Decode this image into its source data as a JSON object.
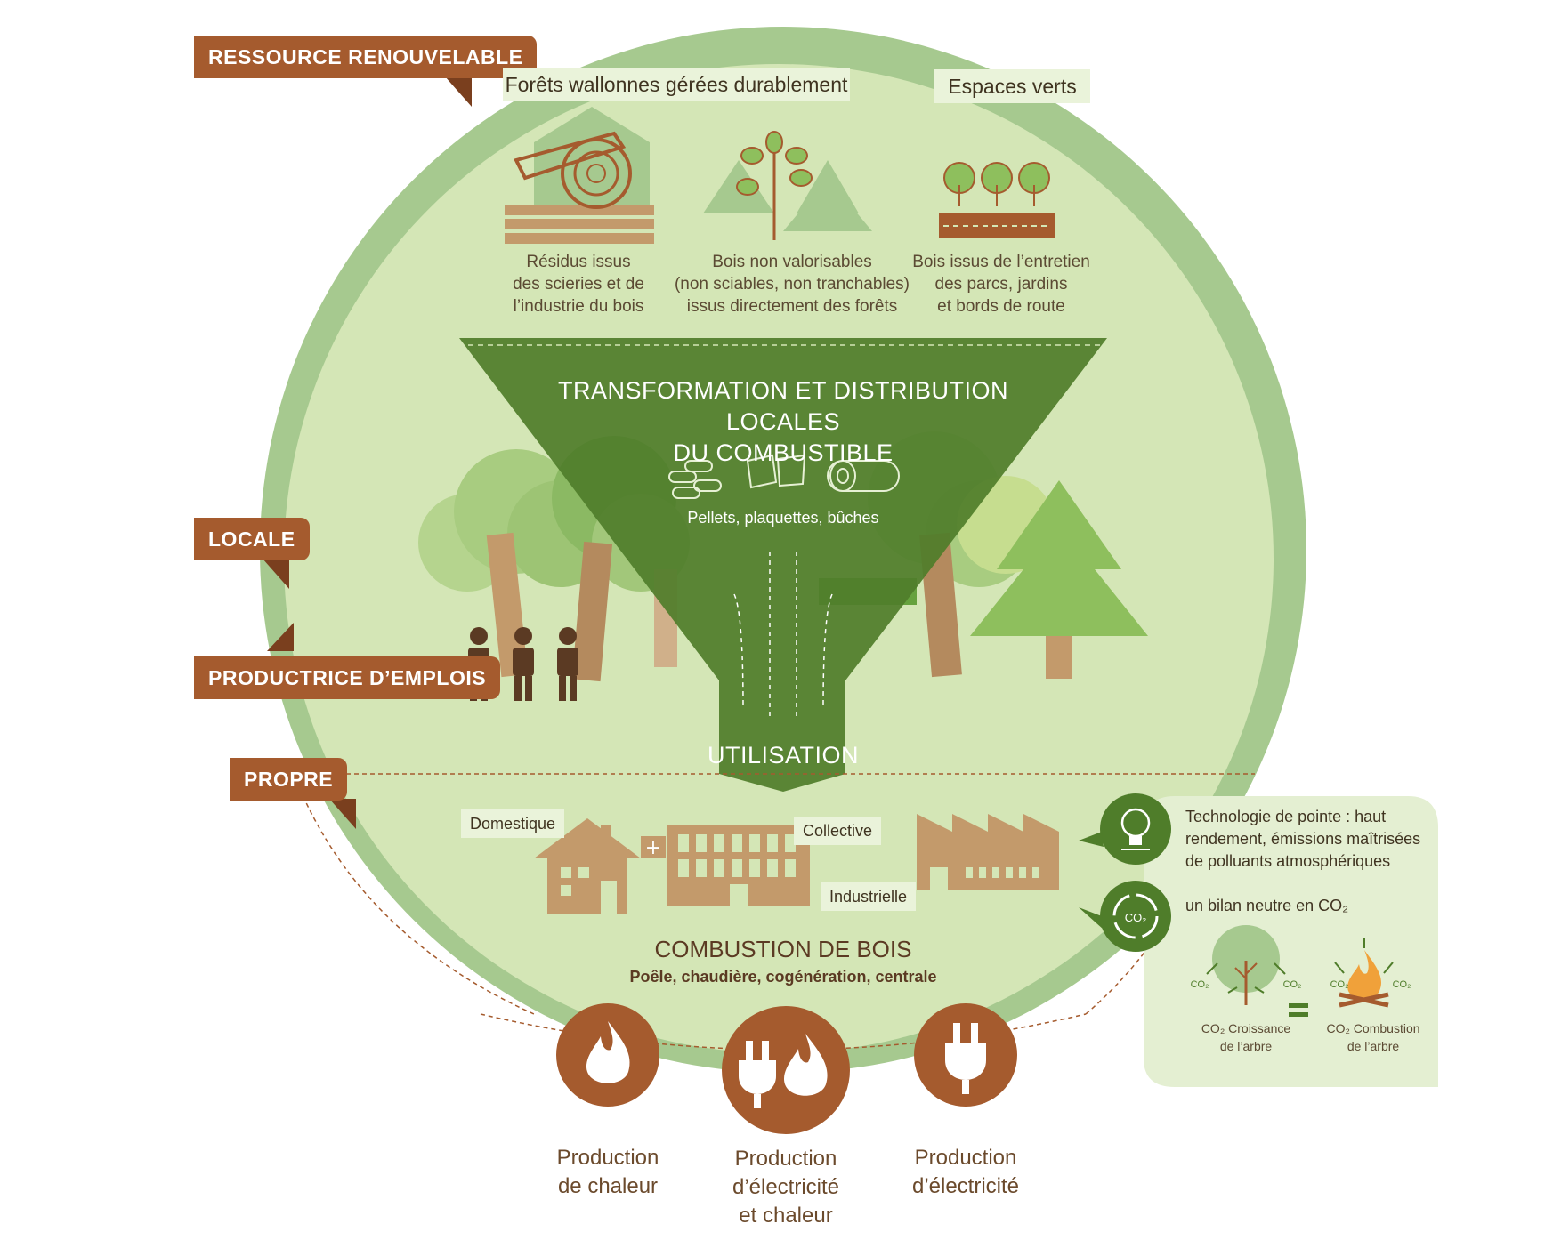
{
  "ribbons": {
    "ressource": "RESSOURCE RENOUVELABLE",
    "locale": "LOCALE",
    "productrice": "PRODUCTRICE D’EMPLOIS",
    "propre": "PROPRE"
  },
  "sources": {
    "forets_tag": "Forêts wallonnes gérées durablement",
    "espaces_tag": "Espaces verts",
    "residus": [
      "Résidus issus",
      "des scieries et de",
      "l’industrie du bois"
    ],
    "bois_non": [
      "Bois non valorisables",
      "(non sciables, non tranchables)",
      "issus directement des forêts"
    ],
    "bois_issus": [
      "Bois issus de l’entretien",
      "des parcs, jardins",
      "et bords de route"
    ]
  },
  "funnel": {
    "title_line1": "TRANSFORMATION ET DISTRIBUTION LOCALES",
    "title_line2": "DU COMBUSTIBLE",
    "products": "Pellets, plaquettes, bûches",
    "utilisation": "UTILISATION"
  },
  "uses": {
    "domestique": "Domestique",
    "collective": "Collective",
    "industrielle": "Industrielle"
  },
  "combustion": {
    "title": "COMBUSTION DE BOIS",
    "subtitle": "Poêle, chaudière, cogénération, centrale"
  },
  "productions": {
    "chaleur": [
      "Production",
      "de chaleur"
    ],
    "elec_chaleur": [
      "Production",
      "d’électricité",
      "et chaleur"
    ],
    "elec": [
      "Production",
      "d’électricité"
    ]
  },
  "side_panel": {
    "tech": [
      "Technologie de pointe : haut",
      "rendement, émissions maîtrisées",
      "de polluants atmosphériques"
    ],
    "bilan": "un bilan neutre en CO₂",
    "co2_label": "CO₂",
    "croissance": [
      "CO₂ Croissance",
      "de l’arbre"
    ],
    "combustion": [
      "CO₂ Combustion",
      "de l’arbre"
    ]
  },
  "colors": {
    "circle_ring": "#a6c98f",
    "circle_fill": "#d4e6b6",
    "funnel": "#4f7d2a",
    "brown": "#a55b2e",
    "wood": "#c39a6b"
  },
  "icons": [
    "saw-log-icon",
    "sapling-icon",
    "trees-icon",
    "pellets-icon",
    "wood-chips-icon",
    "log-icon",
    "house-icon",
    "building-icon",
    "factory-icon",
    "flame-icon",
    "plug-icon",
    "lightbulb-icon",
    "co2-cycle-icon"
  ]
}
